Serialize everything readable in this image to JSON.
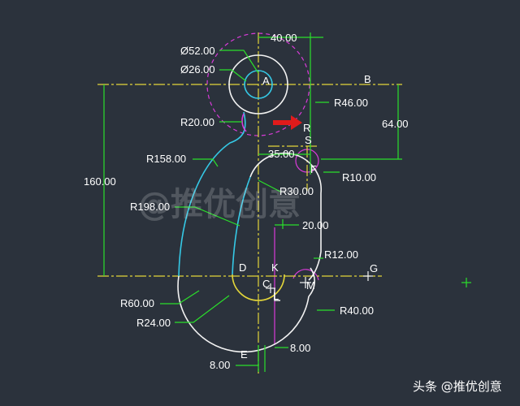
{
  "colors": {
    "background": "#2b323c",
    "centerline": "#e3d63a",
    "dimension": "#2bdf2b",
    "outline_white": "#f2f2f2",
    "outline_cyan": "#35c9e6",
    "construction_magenta": "#d93bd9",
    "arrow": "#e01b1b"
  },
  "labels": {
    "d52": "Ø52.00",
    "d26": "Ø26.00",
    "dim40": "40.00",
    "r46": "R46.00",
    "r20": "R20.00",
    "dim64": "64.00",
    "dim35": "35.00",
    "r158": "R158.00",
    "r10": "R10.00",
    "r30": "R30.00",
    "dim160": "160.00",
    "r198": "R198.00",
    "dim20": "20.00",
    "r12": "R12.00",
    "r60": "R60.00",
    "r40": "R40.00",
    "r24": "R24.00",
    "dim8a": "8.00",
    "dim8b": "8.00"
  },
  "points": {
    "A": "A",
    "B": "B",
    "R": "R",
    "S": "S",
    "F": "F",
    "D": "D",
    "K": "K",
    "C": "C",
    "L": "L",
    "M": "M",
    "G": "G",
    "E": "E"
  },
  "watermark": "@推优创意",
  "credit": "头条 @推优创意"
}
